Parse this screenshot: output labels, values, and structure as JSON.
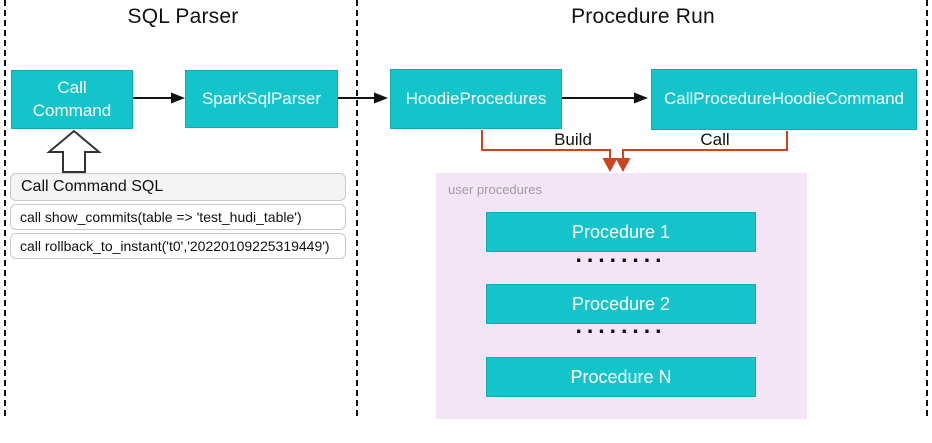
{
  "sections": [
    {
      "title": "SQL Parser"
    },
    {
      "title": "Procedure Run"
    }
  ],
  "nodes": {
    "call_command": {
      "label": "Call Command"
    },
    "spark_sql_parser": {
      "label": "SparkSqlParser"
    },
    "hoodie_procedures": {
      "label": "HoodieProcedures"
    },
    "call_procedure_hoodie_command": {
      "label": "CallProcedureHoodieCommand"
    }
  },
  "edges": {
    "build": {
      "label": "Build"
    },
    "call": {
      "label": "Call"
    }
  },
  "sql_table": {
    "header": "Call Command SQL",
    "rows": [
      "call show_commits(table => 'test_hudi_table')",
      "call rollback_to_instant('t0','20220109225319449')"
    ]
  },
  "user_procedures": {
    "label": "user procedures",
    "items": [
      "Procedure 1",
      "Procedure 2",
      "Procedure N"
    ],
    "ellipsis": "........"
  },
  "colors": {
    "node_teal": "#14c4cb",
    "arrow_orange": "#cc431d",
    "panel_purple": "#f3e5f5",
    "panel_label_gray": "#9e9e9e",
    "table_header_bg": "#f4f4f4",
    "table_border": "#c9c9c9",
    "arrow_black": "#111111"
  }
}
